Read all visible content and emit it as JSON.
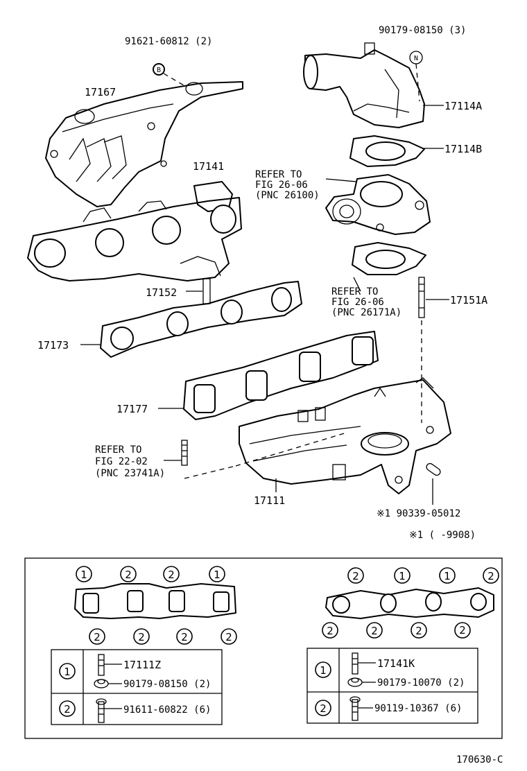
{
  "labels": {
    "bolt_top": "91621-60812 (2)",
    "bolt_top_mark": "B",
    "heat_insulator": "17167",
    "ex_manifold": "17141",
    "stud_ex": "17152",
    "gasket_ex": "17173",
    "gasket_in": "17177",
    "in_manifold": "17111",
    "nut_top": "90179-08150 (3)",
    "nut_top_mark": "N",
    "inlet_pipe": "17114A",
    "inlet_gasket_top": "17114B",
    "refer_1_line1": "REFER TO",
    "refer_1_line2": "FIG 26-06",
    "refer_1_line3": "(PNC 26100)",
    "refer_2_line1": "REFER TO",
    "refer_2_line2": "FIG 26-06",
    "refer_2_line3": "(PNC 26171A)",
    "stud_in": "17151A",
    "refer_3_line1": "REFER TO",
    "refer_3_line2": "FIG 22-02",
    "refer_3_line3": "(PNC 23741A)",
    "pin": "※1 90339-05012",
    "note": "※1 (      -9908)",
    "figure_id": "170630-C"
  },
  "legend": {
    "circle_1": "1",
    "circle_2": "2",
    "left_pattern_top": [
      "1",
      "2",
      "2",
      "1"
    ],
    "left_pattern_bottom": [
      "2",
      "2",
      "2",
      "2"
    ],
    "right_pattern_top": [
      "2",
      "1",
      "1",
      "2"
    ],
    "right_pattern_bottom": [
      "2",
      "2",
      "2",
      "2"
    ],
    "left_table": {
      "row1_part1": "17111Z",
      "row1_part2": "90179-08150 (2)",
      "row2_part1": "91611-60822 (6)"
    },
    "right_table": {
      "row1_part1": "17141K",
      "row1_part2": "90179-10070 (2)",
      "row2_part1": "90119-10367 (6)"
    }
  }
}
